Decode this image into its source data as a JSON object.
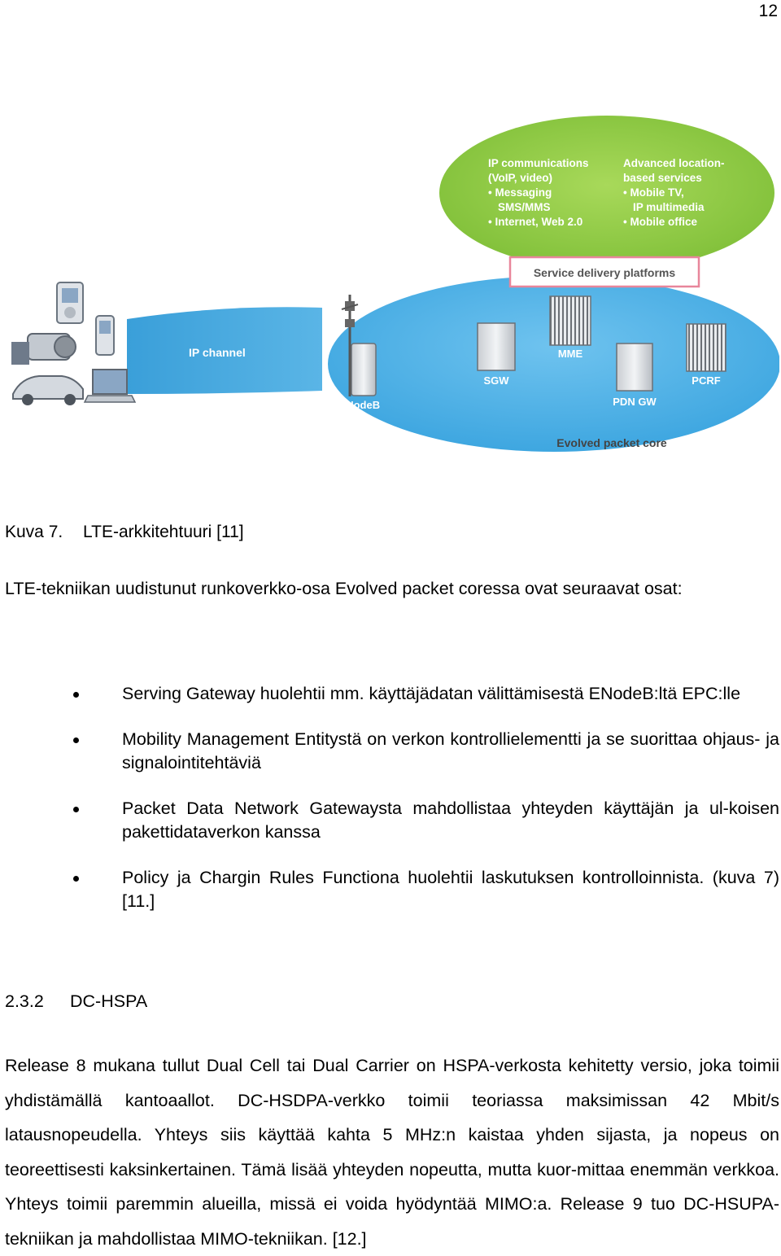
{
  "page_number": "12",
  "figure": {
    "services_left_title": "IP communications",
    "services_left_subtitle": "(VoIP, video)",
    "services_left_items": [
      "Messaging",
      "SMS/MMS",
      "Internet, Web 2.0"
    ],
    "services_right_title": "Advanced location-",
    "services_right_subtitle": "based services",
    "services_right_items": [
      "Mobile TV,",
      "IP multimedia",
      "Mobile office"
    ],
    "service_delivery_label": "Service delivery platforms",
    "ip_channel_label": "IP channel",
    "enodeb_label": "eNodeB",
    "nodes": [
      "SGW",
      "MME",
      "PDN GW",
      "PCRF"
    ],
    "core_label": "Evolved packet core",
    "colors": {
      "green": "#8dc63f",
      "blue": "#48aee6",
      "pink_border": "#e8869b"
    }
  },
  "caption": {
    "label": "Kuva 7.",
    "text": "LTE-arkkitehtuuri [11]"
  },
  "intro": "LTE-tekniikan uudistunut runkoverkko-osa Evolved packet coressa ovat seuraavat osat:",
  "bullets": [
    "Serving Gateway huolehtii mm. käyttäjädatan välittämisestä ENodeB:ltä EPC:lle",
    "Mobility Management Entitystä on verkon kontrollielementti ja se suorittaa ohjaus- ja signalointitehtäviä",
    "Packet Data Network Gatewaysta mahdollistaa yhteyden käyttäjän ja ul-koisen pakettidataverkon kanssa",
    "Policy ja Chargin Rules Functiona huolehtii laskutuksen kontrolloinnista. (kuva 7) [11.]"
  ],
  "section": {
    "number": "2.3.2",
    "title": "DC-HSPA"
  },
  "body": "Release 8 mukana tullut Dual Cell tai Dual Carrier on HSPA-verkosta kehitetty versio, joka toimii yhdistämällä kantoaallot. DC-HSDPA-verkko toimii teoriassa maksimissan 42 Mbit/s latausnopeudella. Yhteys siis käyttää kahta 5 MHz:n kaistaa yhden sijasta, ja nopeus on teoreettisesti kaksinkertainen. Tämä lisää yhteyden nopeutta, mutta kuor-mittaa enemmän verkkoa. Yhteys toimii paremmin alueilla, missä ei voida hyödyntää MIMO:a. Release 9 tuo DC-HSUPA-tekniikan ja mahdollistaa MIMO-tekniikan. [12.]"
}
